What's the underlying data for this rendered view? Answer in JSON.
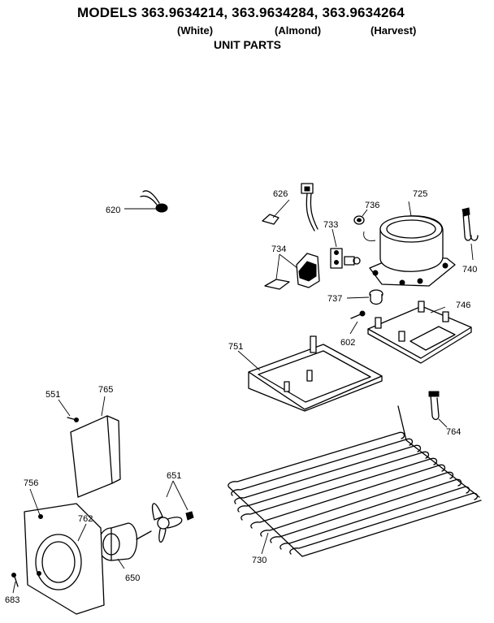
{
  "header": {
    "title": "MODELS 363.9634214, 363.9634284, 363.9634264",
    "variants": [
      "(White)",
      "(Almond)",
      "(Harvest)"
    ],
    "subtitle": "UNIT PARTS"
  },
  "callouts": {
    "p620": "620",
    "p626": "626",
    "p736": "736",
    "p725": "725",
    "p733": "733",
    "p734": "734",
    "p740": "740",
    "p737": "737",
    "p746": "746",
    "p602": "602",
    "p751": "751",
    "p551": "551",
    "p765": "765",
    "p764": "764",
    "p651": "651",
    "p756": "756",
    "p762": "762",
    "p730": "730",
    "p650": "650",
    "p683": "683"
  }
}
